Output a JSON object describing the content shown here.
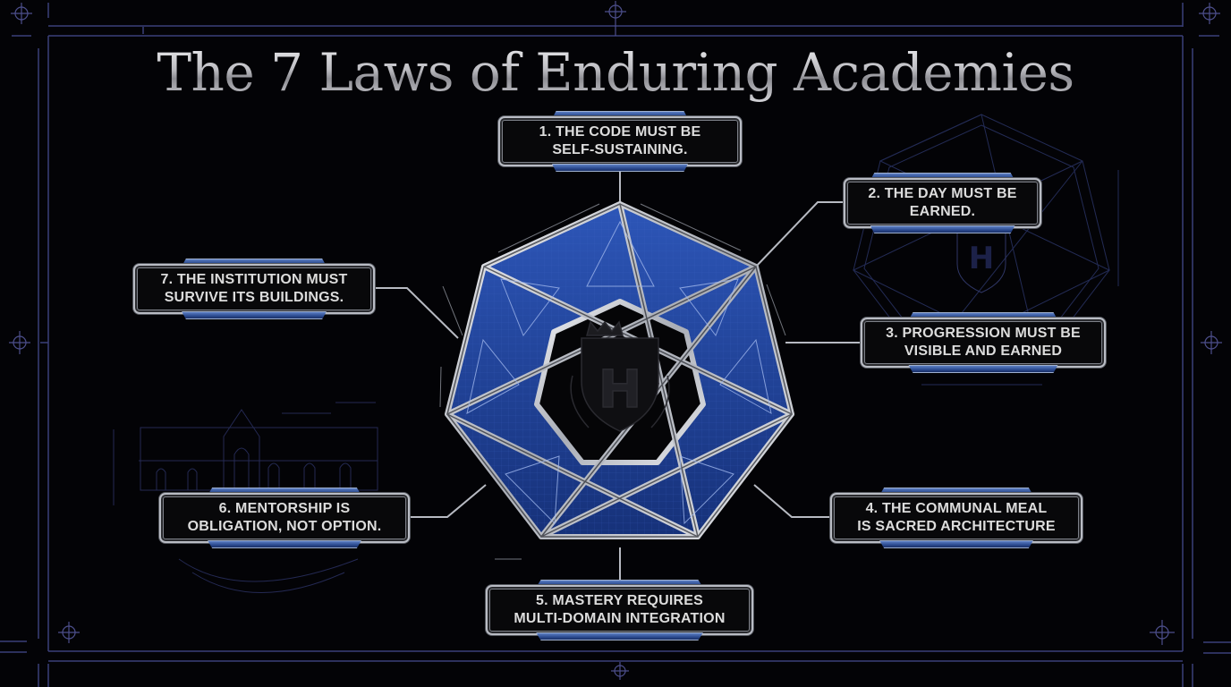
{
  "title": "The 7 Laws of Enduring Academies",
  "colors": {
    "background": "#030306",
    "blueprint_line": "#3a3f7a",
    "glass_blue": "#1f3f93",
    "steel": "#c4c7cf",
    "plaque_text": "#dcdcdc",
    "plaque_tab": "#2b4a8f"
  },
  "center": {
    "shape": "heptagon-heptagram-frame",
    "emblem": "shield-crown-h-crest-icon"
  },
  "laws": [
    {
      "number": 1,
      "line1": "1. THE CODE MUST BE",
      "line2": "SELF-SUSTAINING."
    },
    {
      "number": 2,
      "line1": "2. THE DAY MUST BE",
      "line2": "EARNED."
    },
    {
      "number": 3,
      "line1": "3. PROGRESSION MUST BE",
      "line2": "VISIBLE AND EARNED"
    },
    {
      "number": 4,
      "line1": "4. THE COMMUNAL MEAL",
      "line2": "IS SACRED ARCHITECTURE"
    },
    {
      "number": 5,
      "line1": "5. MASTERY REQUIRES",
      "line2": "MULTI-DOMAIN INTEGRATION"
    },
    {
      "number": 6,
      "line1": "6. MENTORSHIP IS",
      "line2": "OBLIGATION, NOT OPTION."
    },
    {
      "number": 7,
      "line1": "7. THE INSTITUTION MUST",
      "line2": "SURVIVE ITS BUILDINGS."
    }
  ],
  "background_art": {
    "right": "faint-blueprint-heptagon-with-crest",
    "left": "faint-blueprint-cathedral-elevation"
  }
}
